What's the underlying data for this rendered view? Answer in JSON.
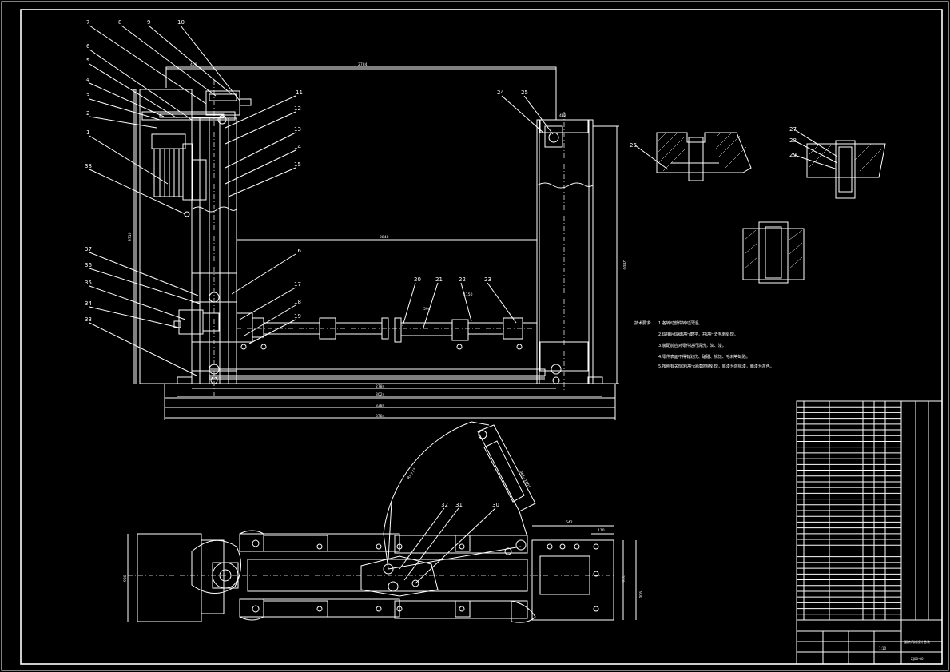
{
  "callouts": {
    "top": [
      "7",
      "8",
      "9",
      "10"
    ],
    "left_upper": [
      "6",
      "5",
      "4",
      "3",
      "2",
      "1",
      "38"
    ],
    "right_upper": [
      "11",
      "12",
      "13",
      "14",
      "15"
    ],
    "left_lower": [
      "37",
      "36",
      "35",
      "34",
      "33"
    ],
    "mid_lower": [
      "16",
      "17",
      "18",
      "19"
    ],
    "cylinder": [
      "20",
      "21",
      "22",
      "23"
    ],
    "right_frame": [
      "24",
      "25"
    ],
    "plan": [
      "32",
      "31",
      "30"
    ],
    "details": [
      "26",
      "27",
      "28",
      "29"
    ]
  },
  "dimensions": {
    "top_width": "2784",
    "top_left": "400",
    "top_right": "412",
    "inner_width": "2848",
    "cyl_a": "594",
    "cyl_b": "1150",
    "bottom_1": "2784",
    "bottom_2": "3024",
    "bottom_3": "3384",
    "bottom_4": "3784",
    "left_height": "3710",
    "right_height": "2800",
    "arc_len": "R=777",
    "stroke": "964~1001",
    "plan_1": "642",
    "plan_2": "110",
    "plan_3": "370",
    "plan_4": "900",
    "plan_left": "980"
  },
  "notes": {
    "title": "技术要求:",
    "lines": [
      "1.各转动部件转动灵活。",
      "2.焊接后焊缝进行磨平，并进行去毛刺处理。",
      "3.装配前应对零件进行清洗，油、漆。",
      "4.零件表面不得有划伤、磕碰、锈蚀、毛刺等缺陷。",
      "5.按照有关规定进行涂漆防锈处理，底漆为防锈漆，面漆为灰色。"
    ]
  },
  "title_block": {
    "drawing_name": "翻转机械设计总装",
    "drawing_no": "ZJ00-00",
    "scale": "1:10"
  }
}
